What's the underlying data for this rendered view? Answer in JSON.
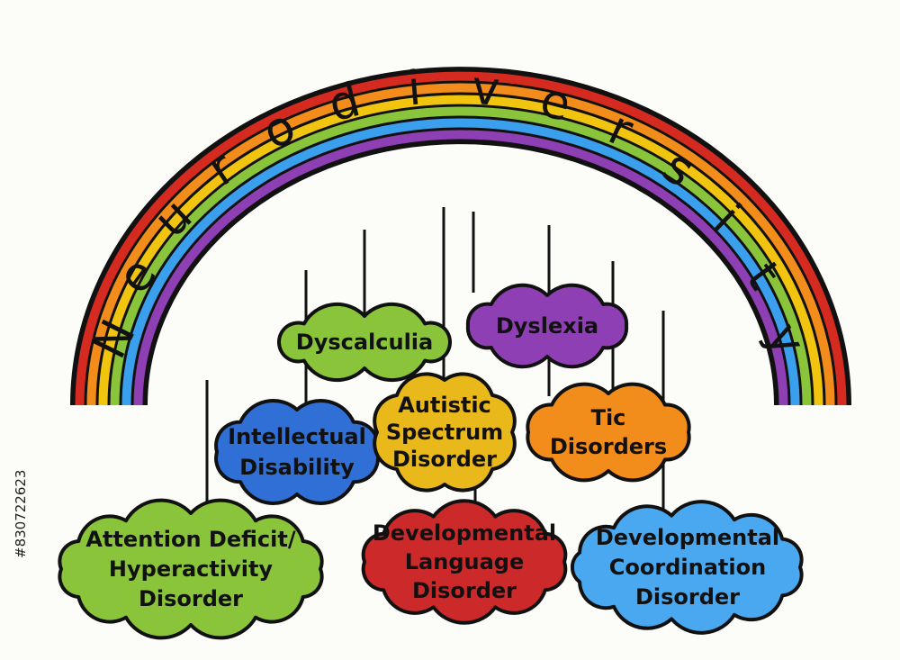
{
  "title": "Neurodiversity",
  "stock_id": "#830722623",
  "colors": {
    "outline": "#111111",
    "rainbow": [
      "#d42a20",
      "#f28c1a",
      "#f1c40f",
      "#8ac43a",
      "#3aa0ee",
      "#8e3fb3"
    ]
  },
  "clouds": [
    {
      "name": "cloud-dyscalculia",
      "lines": [
        "Dyscalculia"
      ],
      "fill": "#8ac43a"
    },
    {
      "name": "cloud-dyslexia",
      "lines": [
        "Dyslexia"
      ],
      "fill": "#8e3fb3"
    },
    {
      "name": "cloud-intellectual-disability",
      "lines": [
        "Intellectual",
        "Disability"
      ],
      "fill": "#2f6fd6"
    },
    {
      "name": "cloud-autistic-spectrum-disorder",
      "lines": [
        "Autistic",
        "Spectrum",
        "Disorder"
      ],
      "fill": "#e9b81a"
    },
    {
      "name": "cloud-tic-disorders",
      "lines": [
        "Tic",
        "Disorders"
      ],
      "fill": "#f28c1a"
    },
    {
      "name": "cloud-adhd",
      "lines": [
        "Attention Deficit/",
        "Hyperactivity",
        "Disorder"
      ],
      "fill": "#8ac43a"
    },
    {
      "name": "cloud-developmental-language-disorder",
      "lines": [
        "Developmental",
        "Language",
        "Disorder"
      ],
      "fill": "#cc2a2a"
    },
    {
      "name": "cloud-developmental-coordination-disorder",
      "lines": [
        "Developmental",
        "Coordination",
        "Disorder"
      ],
      "fill": "#4aa8f0"
    }
  ]
}
